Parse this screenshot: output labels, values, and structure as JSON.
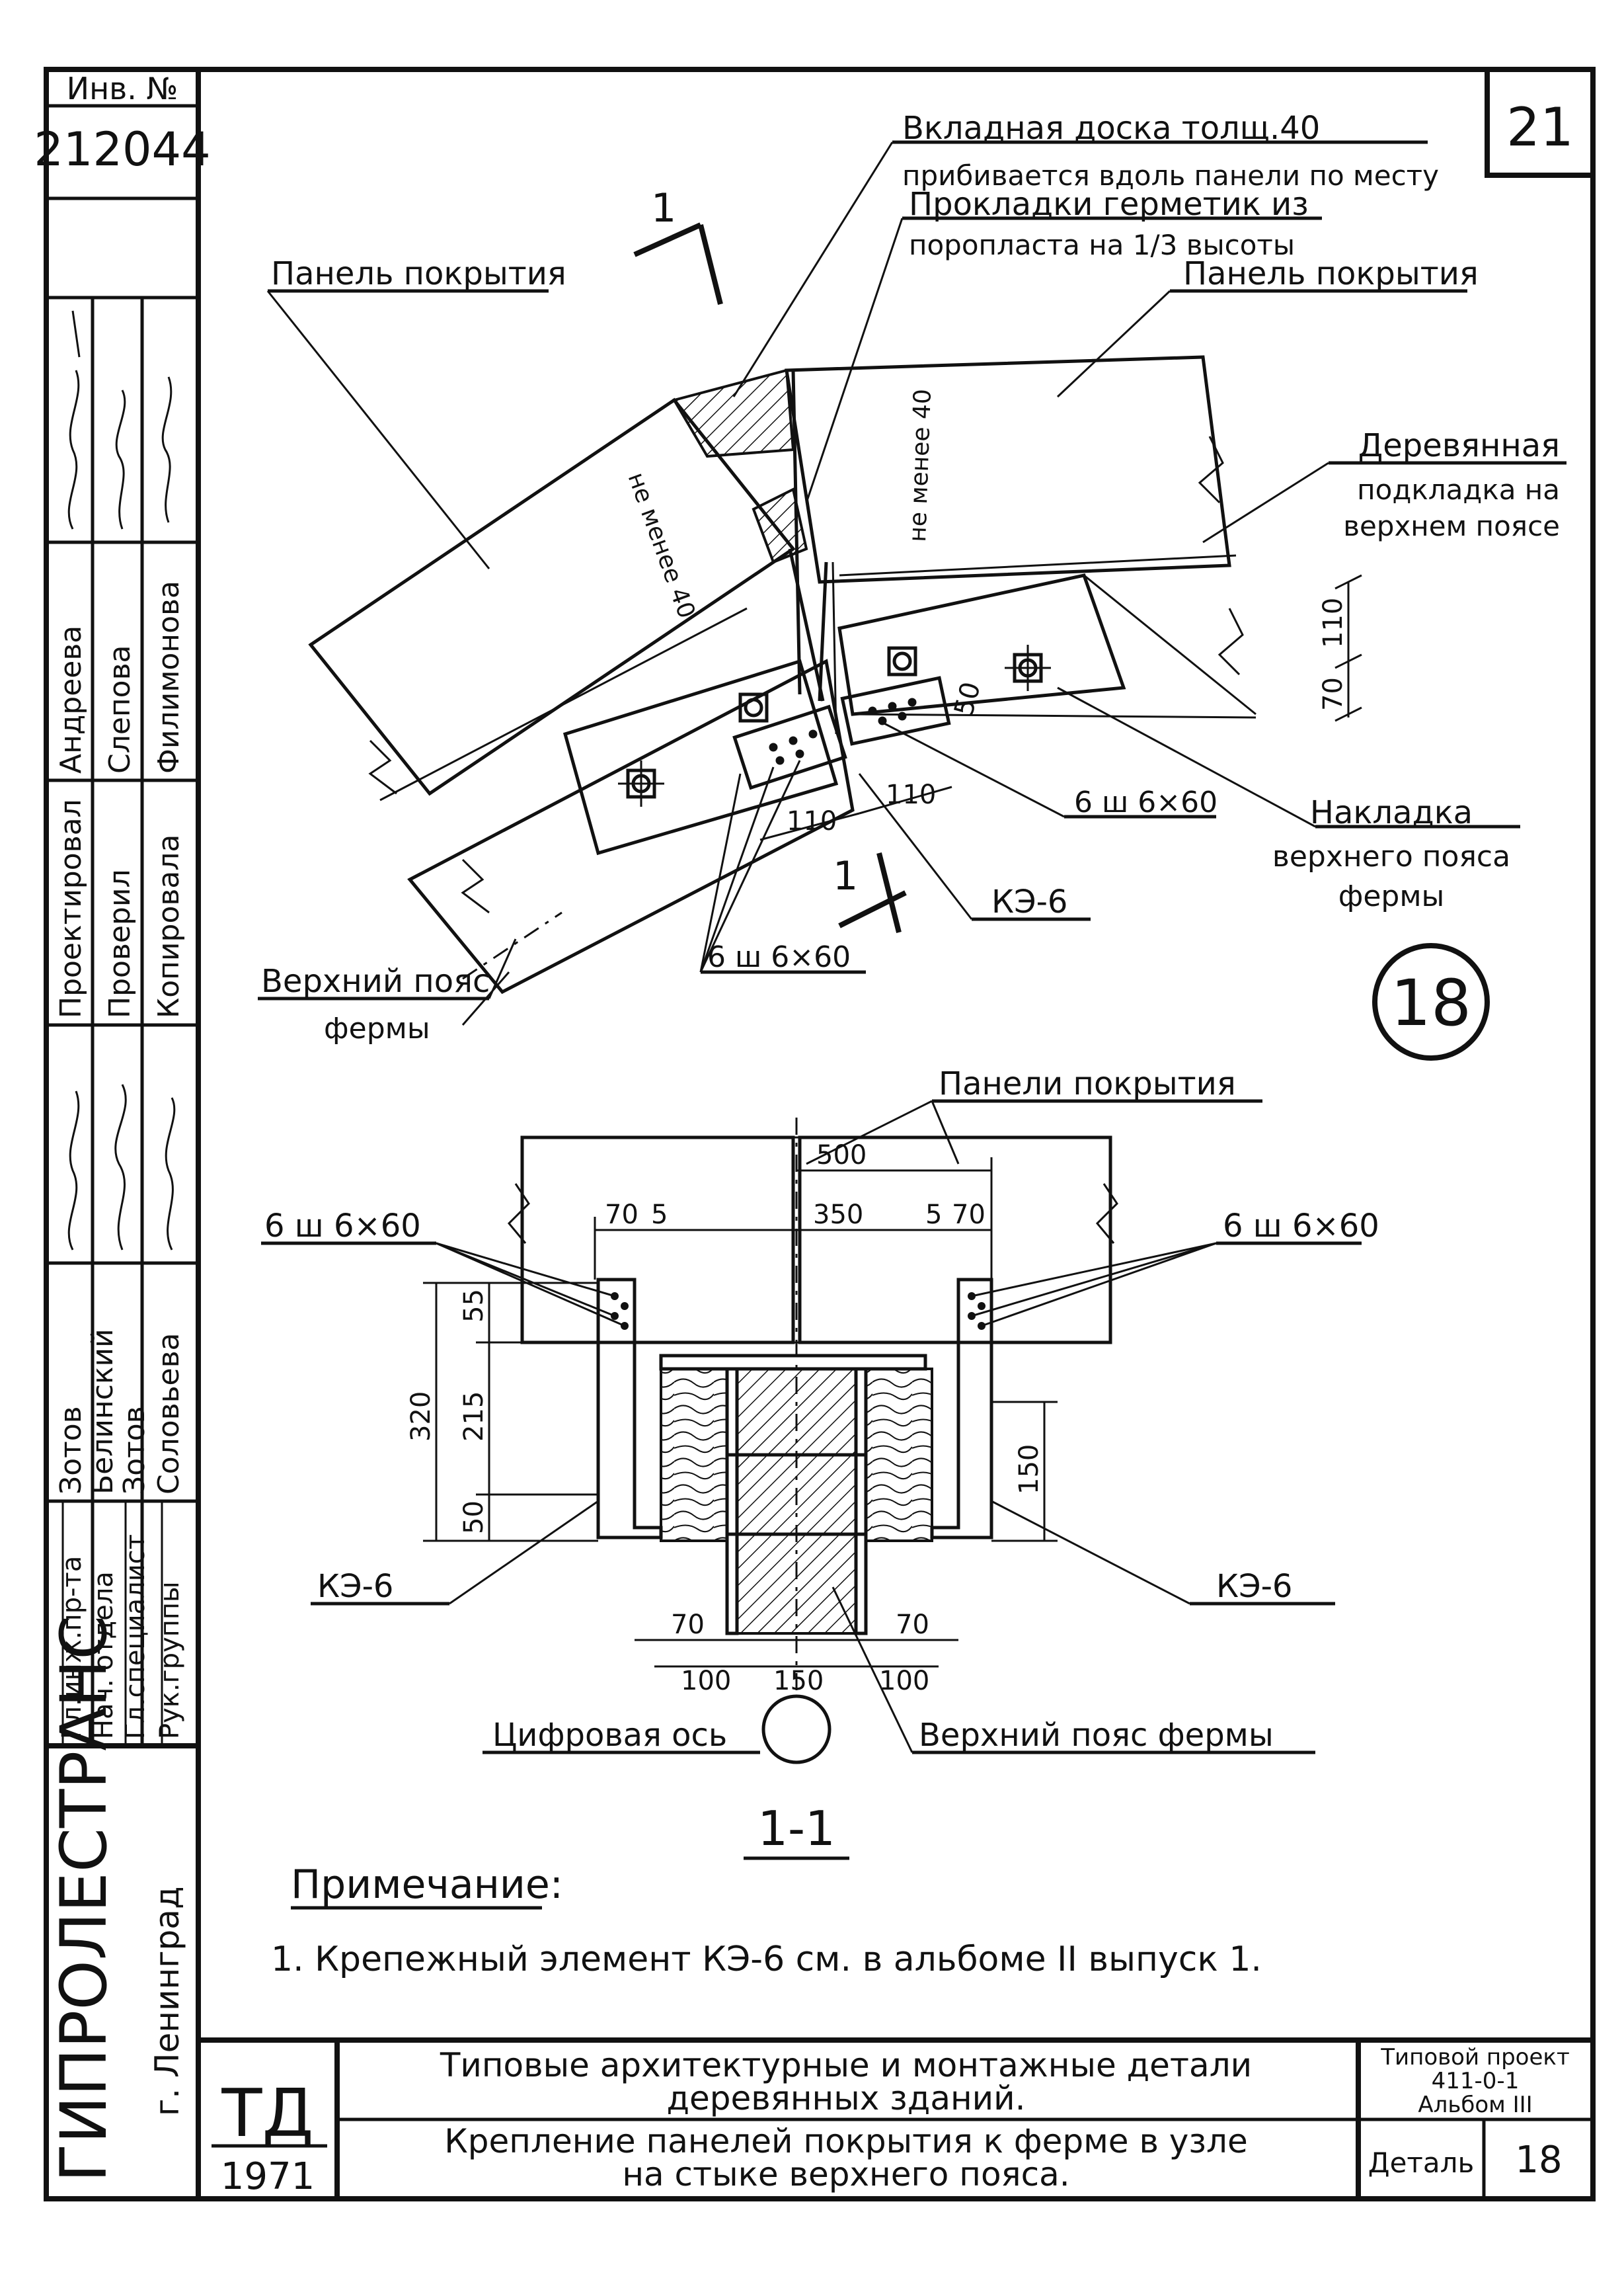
{
  "sheet_number": "21",
  "inventory": {
    "label": "Инв. №",
    "number": "212044"
  },
  "stamp": {
    "roles": [
      "Проектировал",
      "Проверил",
      "Копировала"
    ],
    "roles_names": [
      "Андреева",
      "Слепова",
      "Филимонова"
    ],
    "chiefs": [
      "Гл.инж.пр-та",
      "Нач. отдела",
      "Гл.специалист",
      "Рук.группы"
    ],
    "chiefs_names": [
      "Зотов",
      "Белинский",
      "Зотов",
      "Соловьева"
    ],
    "organization": "ГИПРОЛЕСТРАНС",
    "city": "г. Ленинград"
  },
  "detail_circle": "18",
  "section_mark": "1",
  "top_labels": {
    "board": "Вкладная доска толщ.40",
    "board_note": "прибивается вдоль панели по месту",
    "sealant": "Прокладки герметик из",
    "sealant_note": "поропласта на 1/3 высоты",
    "panel_left": "Панель покрытия",
    "panel_right": "Панель покрытия",
    "timber_pad_1": "Деревянная",
    "timber_pad_2": "подкладка на",
    "timber_pad_3": "верхнем поясе",
    "overlay_1": "Накладка",
    "overlay_2": "верхнего пояса",
    "overlay_3": "фермы",
    "chord_1": "Верхний пояс",
    "chord_2": "фермы",
    "nails_right": "6 ш 6×60",
    "nails_bottom": "6 ш 6×60",
    "ke": "КЭ-6",
    "min40_left": "не менее 40",
    "min40_right": "не менее 40",
    "dim_110_left": "110",
    "dim_110_right": "110",
    "dim_50": "50",
    "dim_110_v": "110",
    "dim_70_v": "70"
  },
  "section": {
    "title": "1-1",
    "panels_label": "Панели покрытия",
    "nails_left": "6 ш 6×60",
    "nails_right": "6 ш 6×60",
    "ke_left": "КЭ-6",
    "ke_right": "КЭ-6",
    "axis_label": "Цифровая ось",
    "chord_label": "Верхний пояс фермы",
    "dims": {
      "d500": "500",
      "d70a": "70",
      "d5a": "5",
      "d350": "350",
      "d5b": "5",
      "d70b": "70",
      "d320": "320",
      "d55": "55",
      "d215": "215",
      "d50": "50",
      "d150v": "150",
      "d70c": "70",
      "d70d": "70",
      "d100a": "100",
      "d150": "150",
      "d100b": "100"
    }
  },
  "note": {
    "heading": "Примечание:",
    "text": "1. Крепежный элемент КЭ-6 см. в альбоме II выпуск 1."
  },
  "title_block": {
    "td": "ТД",
    "year": "1971",
    "title_line1": "Типовые архитектурные и монтажные детали",
    "title_line2": "деревянных зданий.",
    "subtitle_line1": "Крепление панелей покрытия к ферме в узле",
    "subtitle_line2": "на стыке верхнего пояса.",
    "project_line1": "Типовой проект",
    "project_line2": "411-0-1",
    "project_line3": "Альбом III",
    "detail_label": "Деталь",
    "detail_number": "18"
  }
}
